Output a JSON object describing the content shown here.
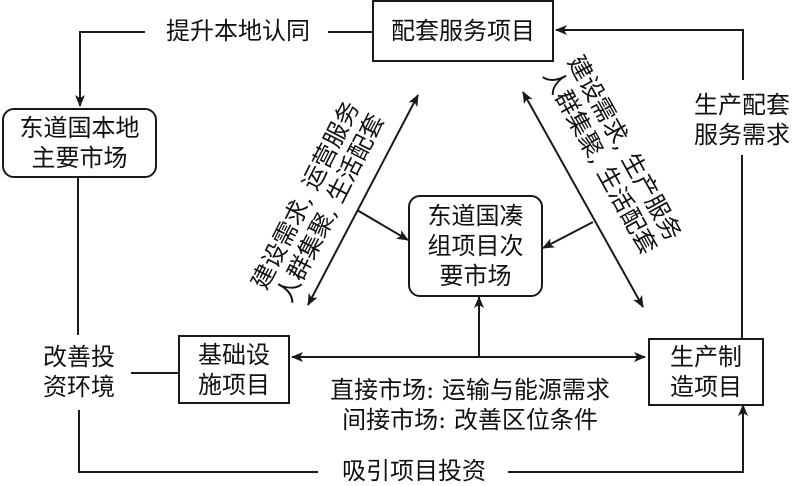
{
  "nodes": {
    "supporting_services": "配套服务项目",
    "local_main_market": "东道国本地\n主要市场",
    "host_secondary_market": "东道国凑\n组项目次\n要市场",
    "infrastructure": "基础设\n施项目",
    "manufacturing": "生产制\n造项目"
  },
  "edge_labels": {
    "enhance_local_identity": "提升本地认同",
    "production_service_demand": "生产配套\n服务需求",
    "improve_investment_env": "改善投\n资环境",
    "attract_investment": "吸引项目投资",
    "direct_indirect_market": "直接市场: 运输与能源需求\n间接市场: 改善区位条件",
    "left_diagonal": "建设需求, 运营服务\n人群集聚, 生活配套",
    "right_diagonal": "建设需求, 生产服务\n人群集聚, 生活配套"
  },
  "colors": {
    "line": "#1a1a1a",
    "background": "#ffffff"
  }
}
